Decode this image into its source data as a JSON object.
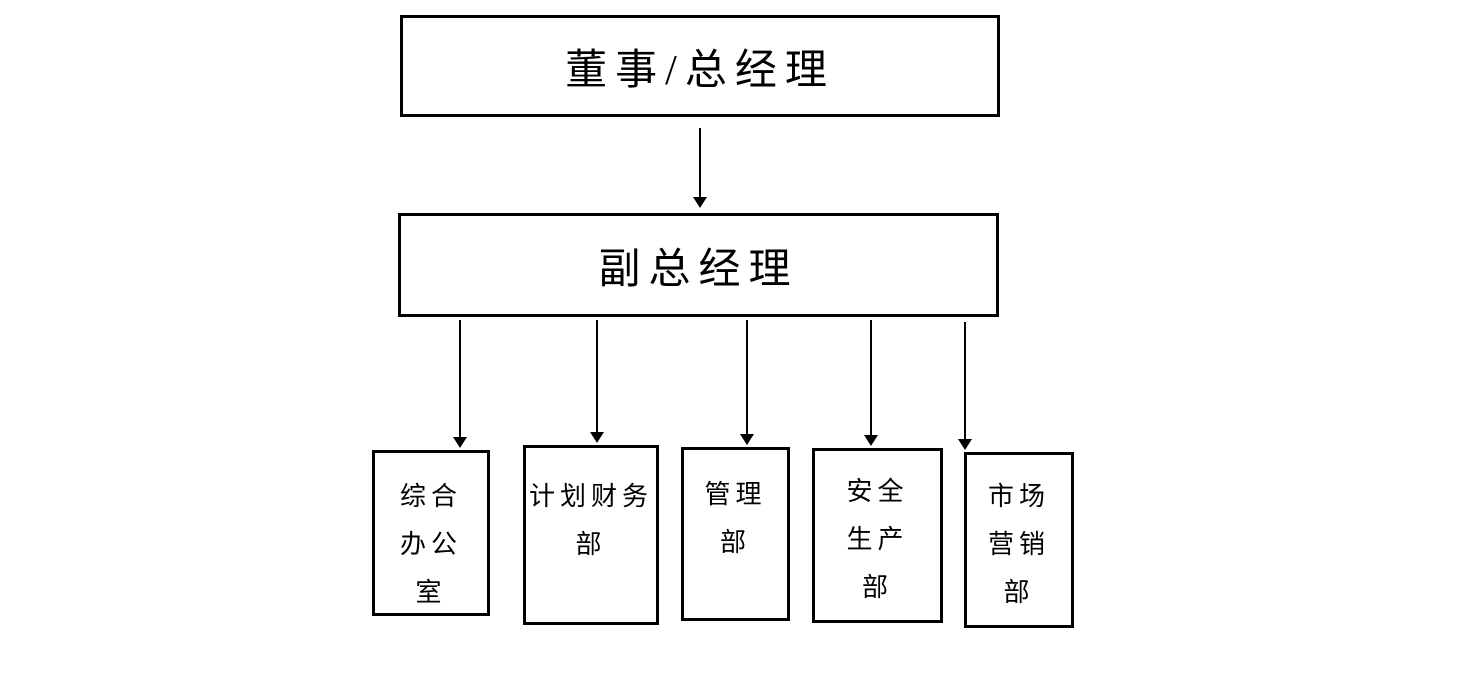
{
  "org_chart": {
    "top": {
      "label": "董事/总经理"
    },
    "middle": {
      "label": "副总经理"
    },
    "departments": [
      {
        "name": "综合办公室",
        "lines": [
          "综合",
          "办公",
          "室"
        ]
      },
      {
        "name": "计划财务部",
        "lines": [
          "计划财务",
          "部"
        ]
      },
      {
        "name": "管理部",
        "lines": [
          "管理",
          "部"
        ]
      },
      {
        "name": "安全生产部",
        "lines": [
          "安全",
          "生产",
          "部"
        ]
      },
      {
        "name": "市场营销部",
        "lines": [
          "市场",
          "营销",
          "部"
        ]
      }
    ],
    "edges": [
      {
        "from": "董事/总经理",
        "to": "副总经理"
      },
      {
        "from": "副总经理",
        "to": "综合办公室"
      },
      {
        "from": "副总经理",
        "to": "计划财务部"
      },
      {
        "from": "副总经理",
        "to": "管理部"
      },
      {
        "from": "副总经理",
        "to": "安全生产部"
      },
      {
        "from": "副总经理",
        "to": "市场营销部"
      }
    ],
    "colors": {
      "line": "#000000",
      "text": "#000000",
      "background": "#ffffff"
    }
  }
}
